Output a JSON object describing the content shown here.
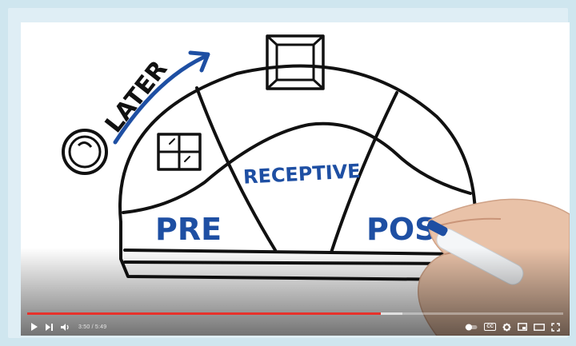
{
  "video": {
    "labels": {
      "later": "LATER",
      "receptive": "RECEPTIVE",
      "pre": "PRE",
      "post": "POS"
    }
  },
  "player": {
    "current_time": "3:50",
    "separator": " / ",
    "duration": "5:49",
    "progress_played": 0.66,
    "progress_loaded": 0.7,
    "accent_color": "#e8322b"
  },
  "icons": {
    "play": "play-icon",
    "next": "next-icon",
    "volume": "volume-icon",
    "autoplay": "autoplay-toggle-icon",
    "captions": "captions-icon",
    "settings": "settings-gear-icon",
    "miniplayer": "miniplayer-icon",
    "theater": "theater-mode-icon",
    "fullscreen": "fullscreen-icon"
  }
}
